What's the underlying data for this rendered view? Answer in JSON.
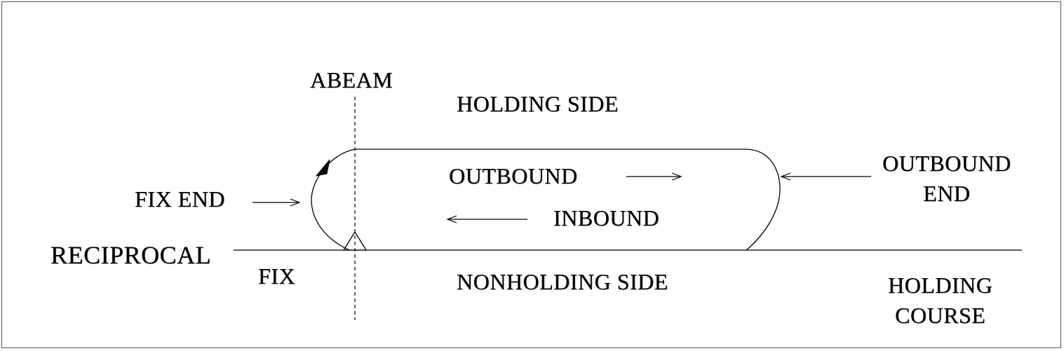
{
  "labels": {
    "abeam": "ABEAM",
    "holding_side": "HOLDING SIDE",
    "outbound_end_line1": "OUTBOUND",
    "outbound_end_line2": "END",
    "outbound": "OUTBOUND",
    "fix_end": "FIX END",
    "inbound": "INBOUND",
    "reciprocal": "RECIPROCAL",
    "fix": "FIX",
    "nonholding_side": "NONHOLDING SIDE",
    "holding_course_line1": "HOLDING",
    "holding_course_line2": "COURSE"
  },
  "colors": {
    "ink": "#000000",
    "frame": "#555555",
    "background": "#ffffff"
  }
}
